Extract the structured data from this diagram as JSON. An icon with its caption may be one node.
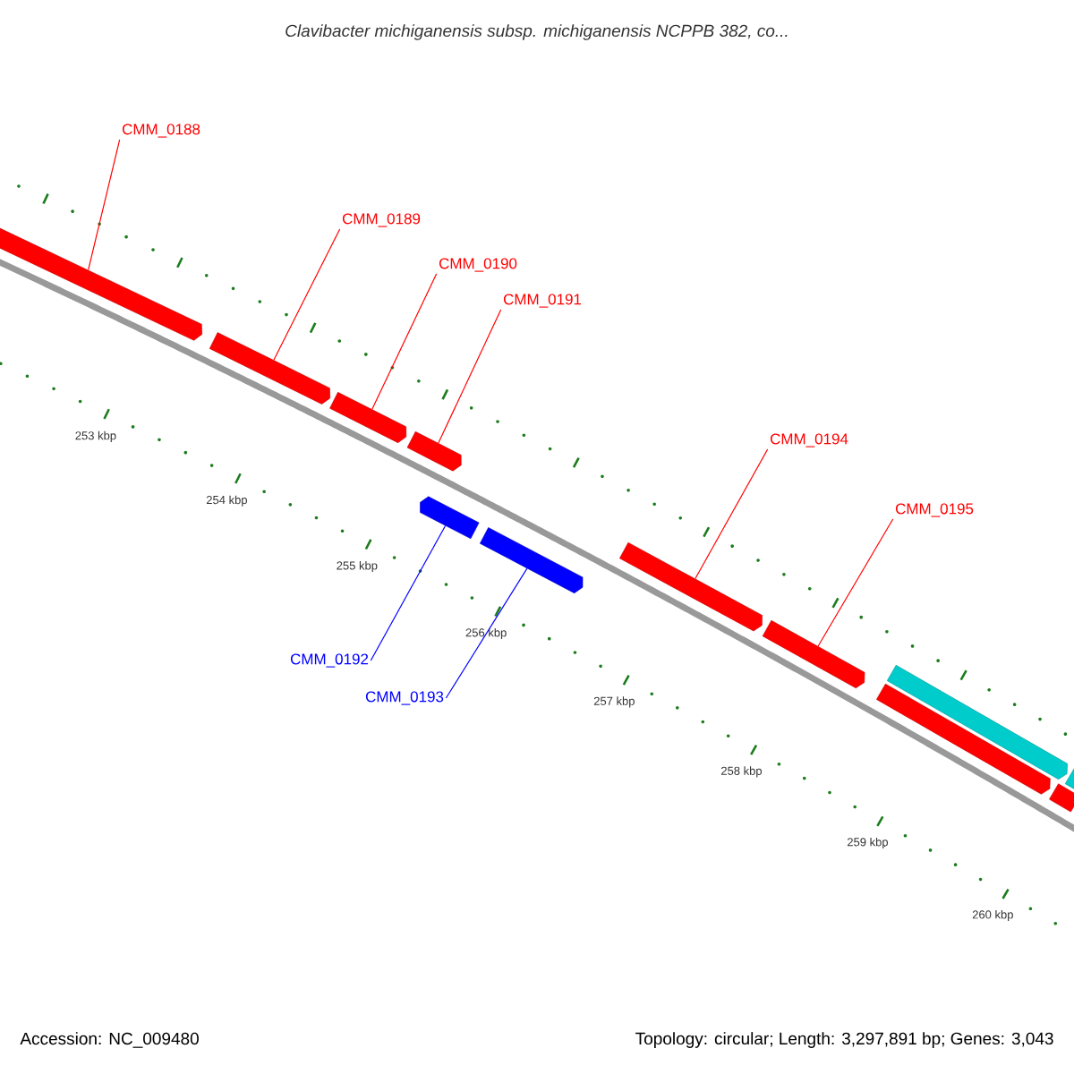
{
  "diagram": {
    "title": "Clavibacter michiganensis subsp. michiganensis NCPPB 382, co...",
    "nodes": [
      {
        "text": [
          "CMM_0188"
        ]
      },
      {
        "text": [],
        "shape": "bar"
      },
      {
        "text": [
          "CMM_0189"
        ]
      },
      {
        "text": [],
        "shape": "bar"
      },
      {
        "text": [
          "CMM_0190"
        ]
      },
      {
        "text": [],
        "shape": "bar"
      },
      {
        "text": [
          "CMM_0191"
        ]
      },
      {
        "text": [],
        "shape": "bar"
      },
      {
        "text": [
          "CMM_0192"
        ]
      },
      {
        "text": [],
        "shape": "bar"
      },
      {
        "text": [
          "CMM_0193"
        ]
      },
      {
        "text": [],
        "shape": "bar"
      },
      {
        "text": [
          "CMM_0194"
        ]
      },
      {
        "text": [],
        "shape": "bar"
      },
      {
        "text": [
          "CMM_0195"
        ]
      },
      {
        "text": [],
        "shape": "bar"
      },
      {
        "text": [],
        "shape": "bar"
      },
      {
        "text": [],
        "shape": "bar"
      },
      {
        "text": [],
        "shape": "bar"
      },
      {
        "text": [],
        "shape": "bar"
      }
    ],
    "edges": [
      {
        "from": 0,
        "to": 1,
        "arrow": "none"
      },
      {
        "from": 2,
        "to": 3,
        "arrow": "none"
      },
      {
        "from": 4,
        "to": 5,
        "arrow": "none"
      },
      {
        "from": 6,
        "to": 7,
        "arrow": "none"
      },
      {
        "from": 8,
        "to": 9,
        "arrow": "none",
        "color": "#0000ff"
      },
      {
        "from": 10,
        "to": 11,
        "arrow": "none",
        "color": "#0000ff"
      },
      {
        "from": 12,
        "to": 13,
        "arrow": "none"
      },
      {
        "from": 14,
        "to": 15,
        "arrow": "none"
      }
    ],
    "labels": [
      "253 kbp",
      "254 kbp",
      "255 kbp",
      "256 kbp",
      "257 kbp",
      "258 kbp",
      "259 kbp",
      "260 kbp",
      "Accession: NC_009480",
      "Topology: circular; Length: 3,297,891 bp; Genes: 3,043"
    ]
  }
}
